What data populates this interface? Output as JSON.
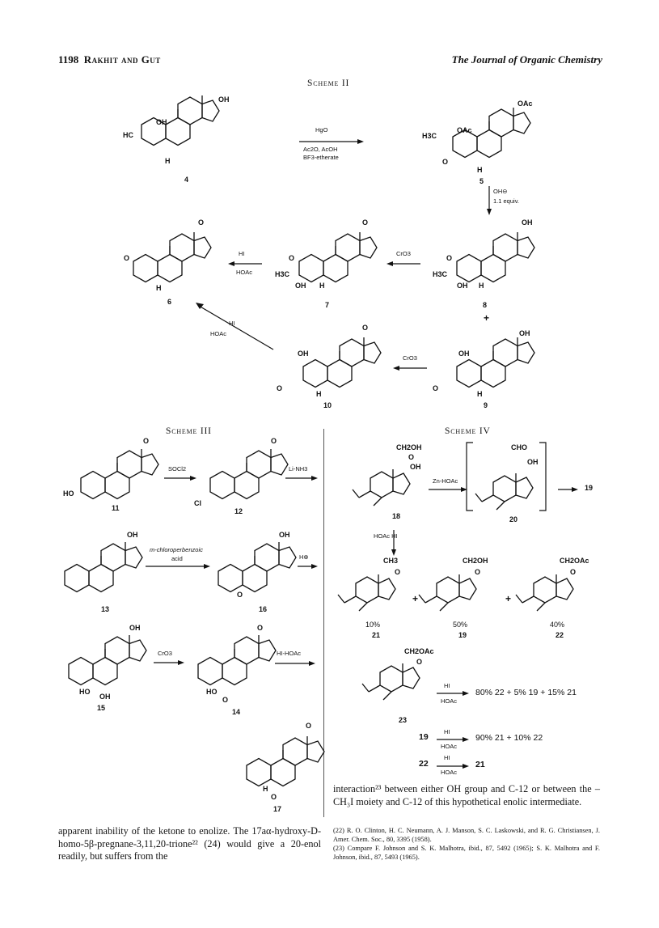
{
  "header": {
    "page_number": "1198",
    "authors": "Rakhit and Gut",
    "journal": "The Journal of Organic Chemistry"
  },
  "schemes": {
    "s2": "Scheme II",
    "s3": "Scheme III",
    "s4": "Scheme IV"
  },
  "compounds": {
    "c4": "4",
    "c5": "5",
    "c6": "6",
    "c7": "7",
    "c8": "8",
    "c9": "9",
    "c10": "10",
    "c11": "11",
    "c12": "12",
    "c13": "13",
    "c14": "14",
    "c15": "15",
    "c16": "16",
    "c17": "17",
    "c18": "18",
    "c19": "19",
    "c20": "20",
    "c21": "21",
    "c22": "22",
    "c23": "23",
    "c19b": "19",
    "c22b": "22"
  },
  "atoms": {
    "oh": "OH",
    "oac": "OAc",
    "h": "H",
    "o": "O",
    "hc": "HC",
    "h3c": "H3C",
    "cl": "Cl",
    "ho": "HO",
    "ch2oh": "CH2OH",
    "cho": "CHO",
    "ch3": "CH3",
    "ch2oac": "CH2OAc"
  },
  "reagents": {
    "r1a": "HgO",
    "r1b": "Ac2O, AcOH",
    "r1c": "BF3-etherate",
    "r2a": "OH⊖",
    "r2b": "1.1 equiv.",
    "r3": "CrO3",
    "r4a": "HI",
    "r4b": "HOAc",
    "r5a": "HI",
    "r5b": "HOAc",
    "r6": "CrO3",
    "r7": "SOCl2",
    "r8": "Li-NH3",
    "r9a": "m-chloroperbenzoic",
    "r9b": "acid",
    "r10": "H⊕",
    "r11": "CrO3",
    "r12": "HI-HOAc",
    "r13": "Zn-HOAc",
    "r14": "HOAc HI",
    "r15a": "HI",
    "r15b": "HOAc",
    "r16a": "HI",
    "r16b": "HOAc",
    "r17a": "HI",
    "r17b": "HOAc"
  },
  "yields": {
    "y21": "10%",
    "y19": "50%",
    "y22": "40%"
  },
  "equations": {
    "e1": "80% 22 + 5% 19 + 15% 21",
    "e2": "90% 21 + 10% 22",
    "e3": "21"
  },
  "text": {
    "left_para": "apparent inability of the ketone to enolize. The 17aα-hydroxy-D-homo-5β-pregnane-3,11,20-trione²² (24) would give a 20-enol readily, but suffers from the",
    "right_para": "interaction²³ between either OH group and C-12 or between the –CH₃I moiety and C-12 of this hypothetical enolic intermediate.",
    "ref22": "(22) R. O. Clinton, H. C. Neumann, A. J. Manson, S. C. Laskowski, and R. G. Christiansen, J. Amer. Chem. Soc., 80, 3395 (1958).",
    "ref23": "(23) Compare F. Johnson and S. K. Malhotra, ibid., 87, 5492 (1965); S. K. Malhotra and F. Johnson, ibid., 87, 5493 (1965)."
  }
}
